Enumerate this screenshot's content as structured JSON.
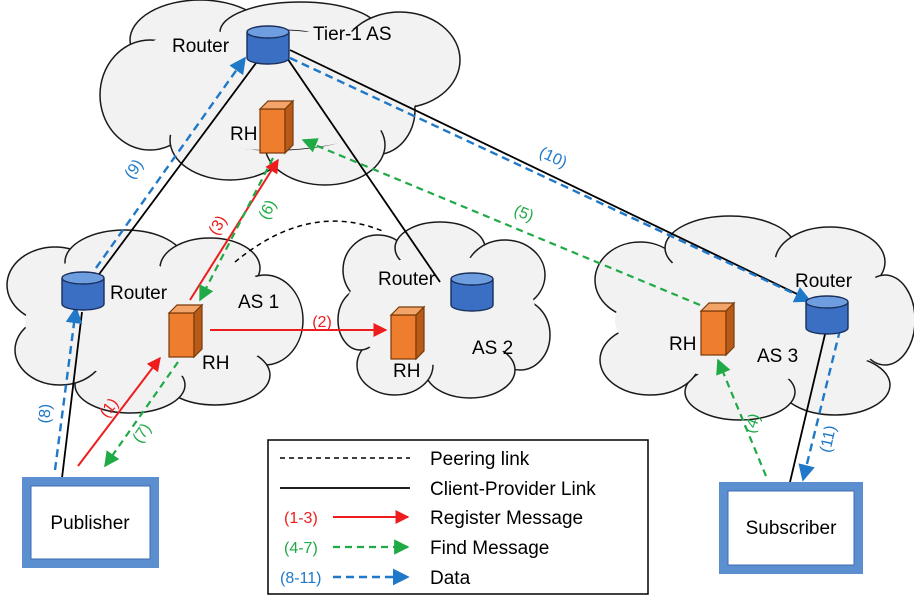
{
  "colors": {
    "register": "#ee1c1c",
    "find": "#1faa46",
    "data": "#1f78c8",
    "rh_fill": "#ee7d2d",
    "router_fill": "#3b6fc4",
    "endpoint_border": "#5b8fd0"
  },
  "nodes": {
    "tier1": {
      "label": "Tier-1 AS",
      "router_label": "Router",
      "rh_label": "RH"
    },
    "as1": {
      "label": "AS 1",
      "router_label": "Router",
      "rh_label": "RH"
    },
    "as2": {
      "label": "AS 2",
      "router_label": "Router",
      "rh_label": "RH"
    },
    "as3": {
      "label": "AS 3",
      "router_label": "Router",
      "rh_label": "RH"
    },
    "publisher": {
      "label": "Publisher"
    },
    "subscriber": {
      "label": "Subscriber"
    }
  },
  "edges": {
    "e1": "(1)",
    "e2": "(2)",
    "e3": "(3)",
    "e4": "(4)",
    "e5": "(5)",
    "e6": "(6)",
    "e7": "(7)",
    "e8": "(8)",
    "e9": "(9)",
    "e10": "(10)",
    "e11": "(11)"
  },
  "legend": {
    "peering": {
      "label": "Peering link"
    },
    "client_provider": {
      "label": "Client-Provider Link"
    },
    "register": {
      "range": "(1-3)",
      "label": "Register Message"
    },
    "find": {
      "range": "(4-7)",
      "label": "Find Message"
    },
    "data": {
      "range": "(8-11)",
      "label": "Data"
    }
  }
}
